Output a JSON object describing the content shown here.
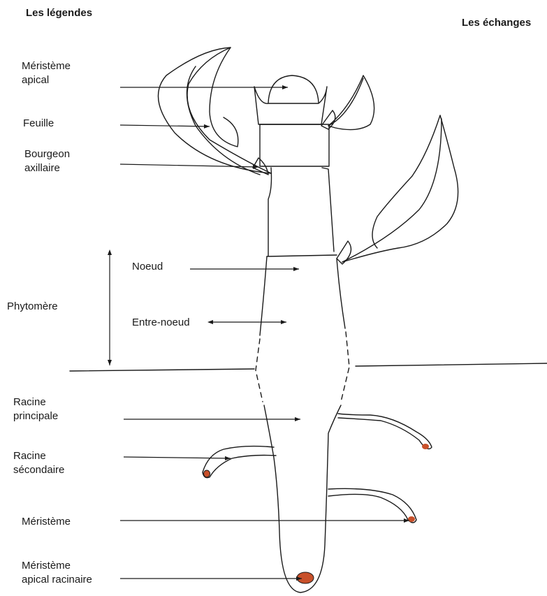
{
  "headings": {
    "legends": "Les légendes",
    "exchanges": "Les échanges"
  },
  "labels": {
    "meristeme_apical": [
      "Méristème",
      "apical"
    ],
    "feuille": "Feuille",
    "bourgeon_axillaire": [
      "Bourgeon",
      "axillaire"
    ],
    "noeud": "Noeud",
    "phytomere": "Phytomère",
    "entre_noeud": "Entre-noeud",
    "racine_principale": [
      "Racine",
      "principale"
    ],
    "racine_secondaire": [
      "Racine",
      "sécondaire"
    ],
    "meristeme": "Méristème",
    "meristeme_apical_racinaire": [
      "Méristème",
      "apical racinaire"
    ]
  },
  "colors": {
    "ink": "#1a1a1a",
    "meristem_dot": "#c8502a"
  }
}
